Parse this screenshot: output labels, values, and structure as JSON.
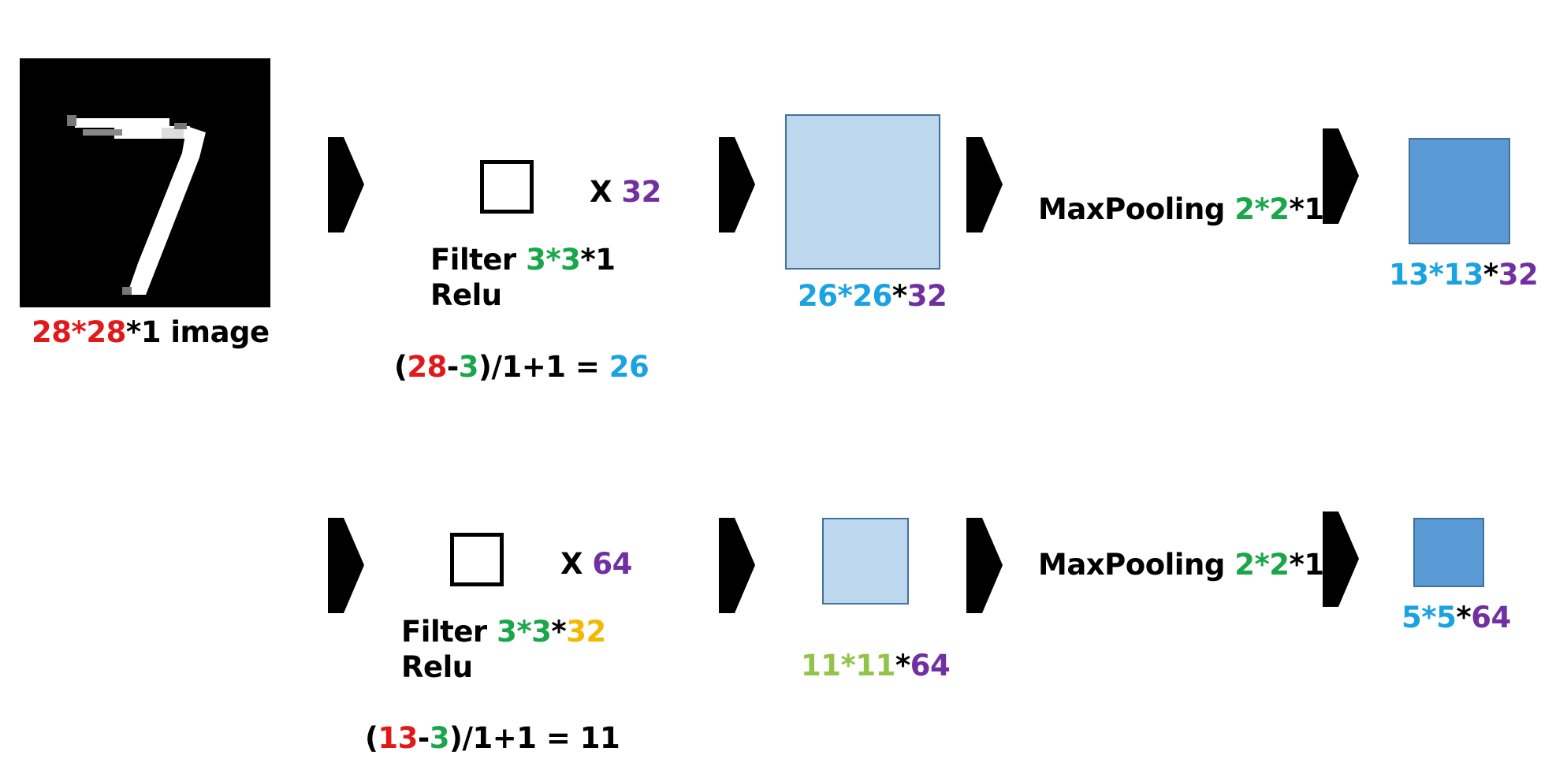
{
  "colors": {
    "red": "#e01a1a",
    "green": "#1aa64a",
    "cyan": "#1aa3e0",
    "purple": "#7030a0",
    "orange": "#f5b800",
    "lime": "#92c44a",
    "black": "#000000",
    "light_map": "#bdd7ee",
    "dark_map": "#5b9bd5"
  },
  "icons": [
    "digit-seven-image",
    "right-arrow-icon",
    "filter-square-icon"
  ],
  "row1": {
    "input_label": {
      "a": "28",
      "star1": "*",
      "b": "28",
      "rest": "*1  image"
    },
    "filter_count": {
      "x": "X ",
      "n": "32"
    },
    "filter_label": {
      "word": "Filter ",
      "a": "3",
      "star": "*",
      "b": "3",
      "rest": "*1"
    },
    "activation": "Relu",
    "formula": {
      "open": "(",
      "in": "28",
      "minus": "-",
      "k": "3",
      "rest": ")/1+1  =  ",
      "out": "26"
    },
    "conv_out": {
      "a": "26",
      "star1": "*",
      "b": "26",
      "star2": "*",
      "c": "32"
    },
    "pool": {
      "word": "MaxPooling ",
      "a": "2",
      "star": "*",
      "b": "2",
      "rest": "*1"
    },
    "pool_out": {
      "a": "13",
      "star1": "*",
      "b": "13",
      "star2": "*",
      "c": "32"
    }
  },
  "row2": {
    "filter_count": {
      "x": "X ",
      "n": "64"
    },
    "filter_label": {
      "word": "Filter ",
      "a": "3",
      "star1": "*",
      "b": "3",
      "star2": "*",
      "c": "32"
    },
    "activation": "Relu",
    "formula": {
      "open": "(",
      "in": "13",
      "minus": "-",
      "k": "3",
      "rest": ")/1+1  =  11"
    },
    "conv_out": {
      "a": "11",
      "star1": "*",
      "b": "11",
      "star2": "*",
      "c": "64"
    },
    "pool": {
      "word": "MaxPooling ",
      "a": "2",
      "star": "*",
      "b": "2",
      "rest": "*1"
    },
    "pool_out": {
      "a": "5",
      "star1": "*",
      "b": "5",
      "star2": "*",
      "c": "64"
    }
  }
}
